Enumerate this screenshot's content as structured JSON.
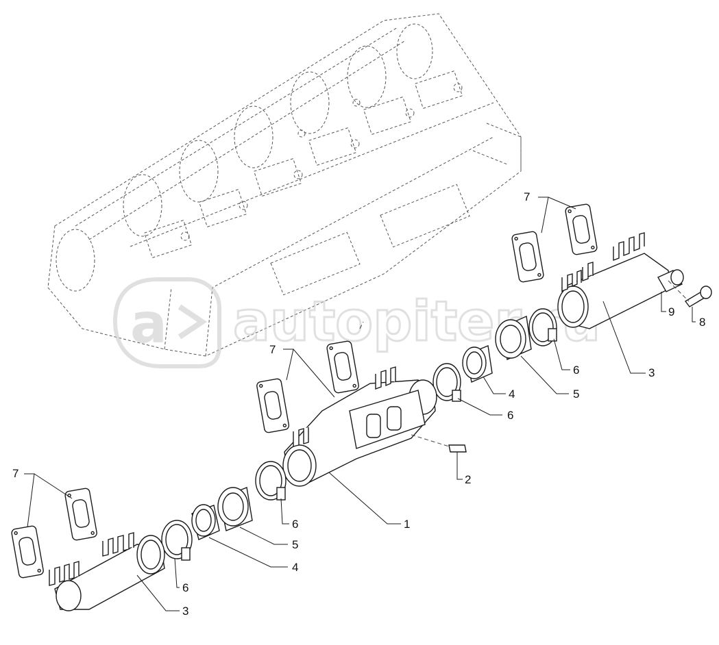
{
  "watermark": {
    "text": "autopiter.ru",
    "logo_letter": "a",
    "color": "#c8c8c8"
  },
  "callouts": {
    "c7_top_right": "7",
    "c7_middle": "7",
    "c7_left": "7",
    "c9": "9",
    "c8": "8",
    "c3_top": "3",
    "c6_top": "6",
    "c5_top": "5",
    "c4_top": "4",
    "c6_mid_top": "6",
    "c2": "2",
    "c1": "1",
    "c6_mid_low": "6",
    "c5_low": "5",
    "c4_low": "4",
    "c6_low": "6",
    "c3_low": "3"
  },
  "colors": {
    "line": "#1a1a1a",
    "dashed": "#444444"
  }
}
